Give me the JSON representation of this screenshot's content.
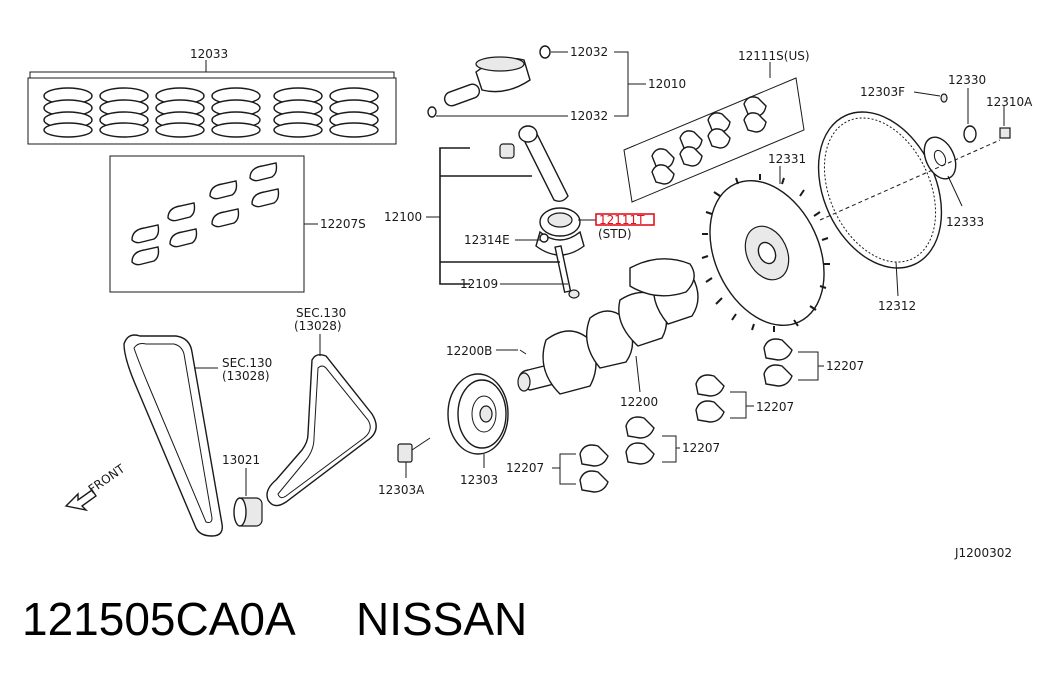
{
  "callouts": {
    "rings": "12033",
    "pin_clip_top": "12032",
    "piston_assy": "12010",
    "pin_clip_bottom": "12032",
    "main_bearing_upper_us": "12111S(US)",
    "flywheel_bolt_f": "12303F",
    "bolt_12330": "12330",
    "bolt_12310a": "12310A",
    "bearings_box": "12207S",
    "conrod_assy": "12100",
    "conrod_bearing_highlight": "12111T",
    "conrod_bearing_std": "(STD)",
    "rod_bolt": "12314E",
    "cap_nut": "12109",
    "drive_plate": "12331",
    "flywheel_plate": "12333",
    "ring_gear": "12312",
    "chain_sec_right": "SEC.130",
    "chain_sec_right_sub": "(13028)",
    "chain_sec_left": "SEC.130",
    "chain_sec_left_sub": "(13028)",
    "key": "12200B",
    "crankshaft": "12200",
    "sprocket": "13021",
    "pulley": "12303",
    "pulley_bolt": "12303A",
    "main_brg_1": "12207",
    "main_brg_2": "12207",
    "main_brg_3": "12207",
    "main_brg_4": "12207",
    "front": "FRONT",
    "diagram_code": "J1200302"
  },
  "colors": {
    "highlight": "#e0141e",
    "line": "#1a1a1a"
  },
  "footer": {
    "part_number": "121505CA0A",
    "brand": "NISSAN"
  }
}
